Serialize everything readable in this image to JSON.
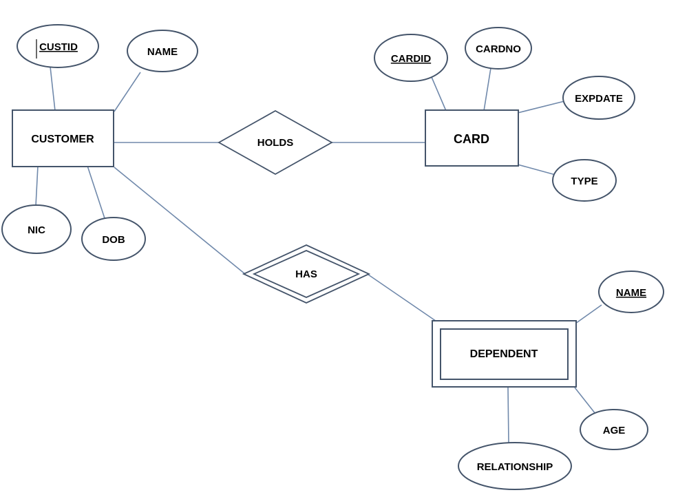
{
  "colors": {
    "shape_border": "#44546a",
    "connector": "#7089ab",
    "text": "#000000",
    "shape_fill": "#ffffff",
    "background": "#ffffff"
  },
  "entities": {
    "customer": {
      "label": "CUSTOMER",
      "kind": "strong-entity"
    },
    "card": {
      "label": "CARD",
      "kind": "strong-entity"
    },
    "dependent": {
      "label": "DEPENDENT",
      "kind": "weak-entity"
    }
  },
  "relationships": {
    "holds": {
      "label": "HOLDS",
      "kind": "relationship",
      "connects": [
        "CUSTOMER",
        "CARD"
      ]
    },
    "has": {
      "label": "HAS",
      "kind": "identifying-relationship",
      "connects": [
        "CUSTOMER",
        "DEPENDENT"
      ]
    }
  },
  "attributes": {
    "custid": {
      "label": "CUSTID",
      "key": true,
      "entity": "CUSTOMER"
    },
    "cust_name": {
      "label": "NAME",
      "key": false,
      "entity": "CUSTOMER"
    },
    "nic": {
      "label": "NIC",
      "key": false,
      "entity": "CUSTOMER"
    },
    "dob": {
      "label": "DOB",
      "key": false,
      "entity": "CUSTOMER"
    },
    "cardid": {
      "label": "CARDID",
      "key": true,
      "entity": "CARD"
    },
    "cardno": {
      "label": "CARDNO",
      "key": false,
      "entity": "CARD"
    },
    "expdate": {
      "label": "EXPDATE",
      "key": false,
      "entity": "CARD"
    },
    "card_type": {
      "label": "TYPE",
      "key": false,
      "entity": "CARD"
    },
    "dep_name": {
      "label": "NAME",
      "key": true,
      "entity": "DEPENDENT"
    },
    "age": {
      "label": "AGE",
      "key": false,
      "entity": "DEPENDENT"
    },
    "relationship": {
      "label": "RELATIONSHIP",
      "key": false,
      "entity": "DEPENDENT"
    }
  }
}
